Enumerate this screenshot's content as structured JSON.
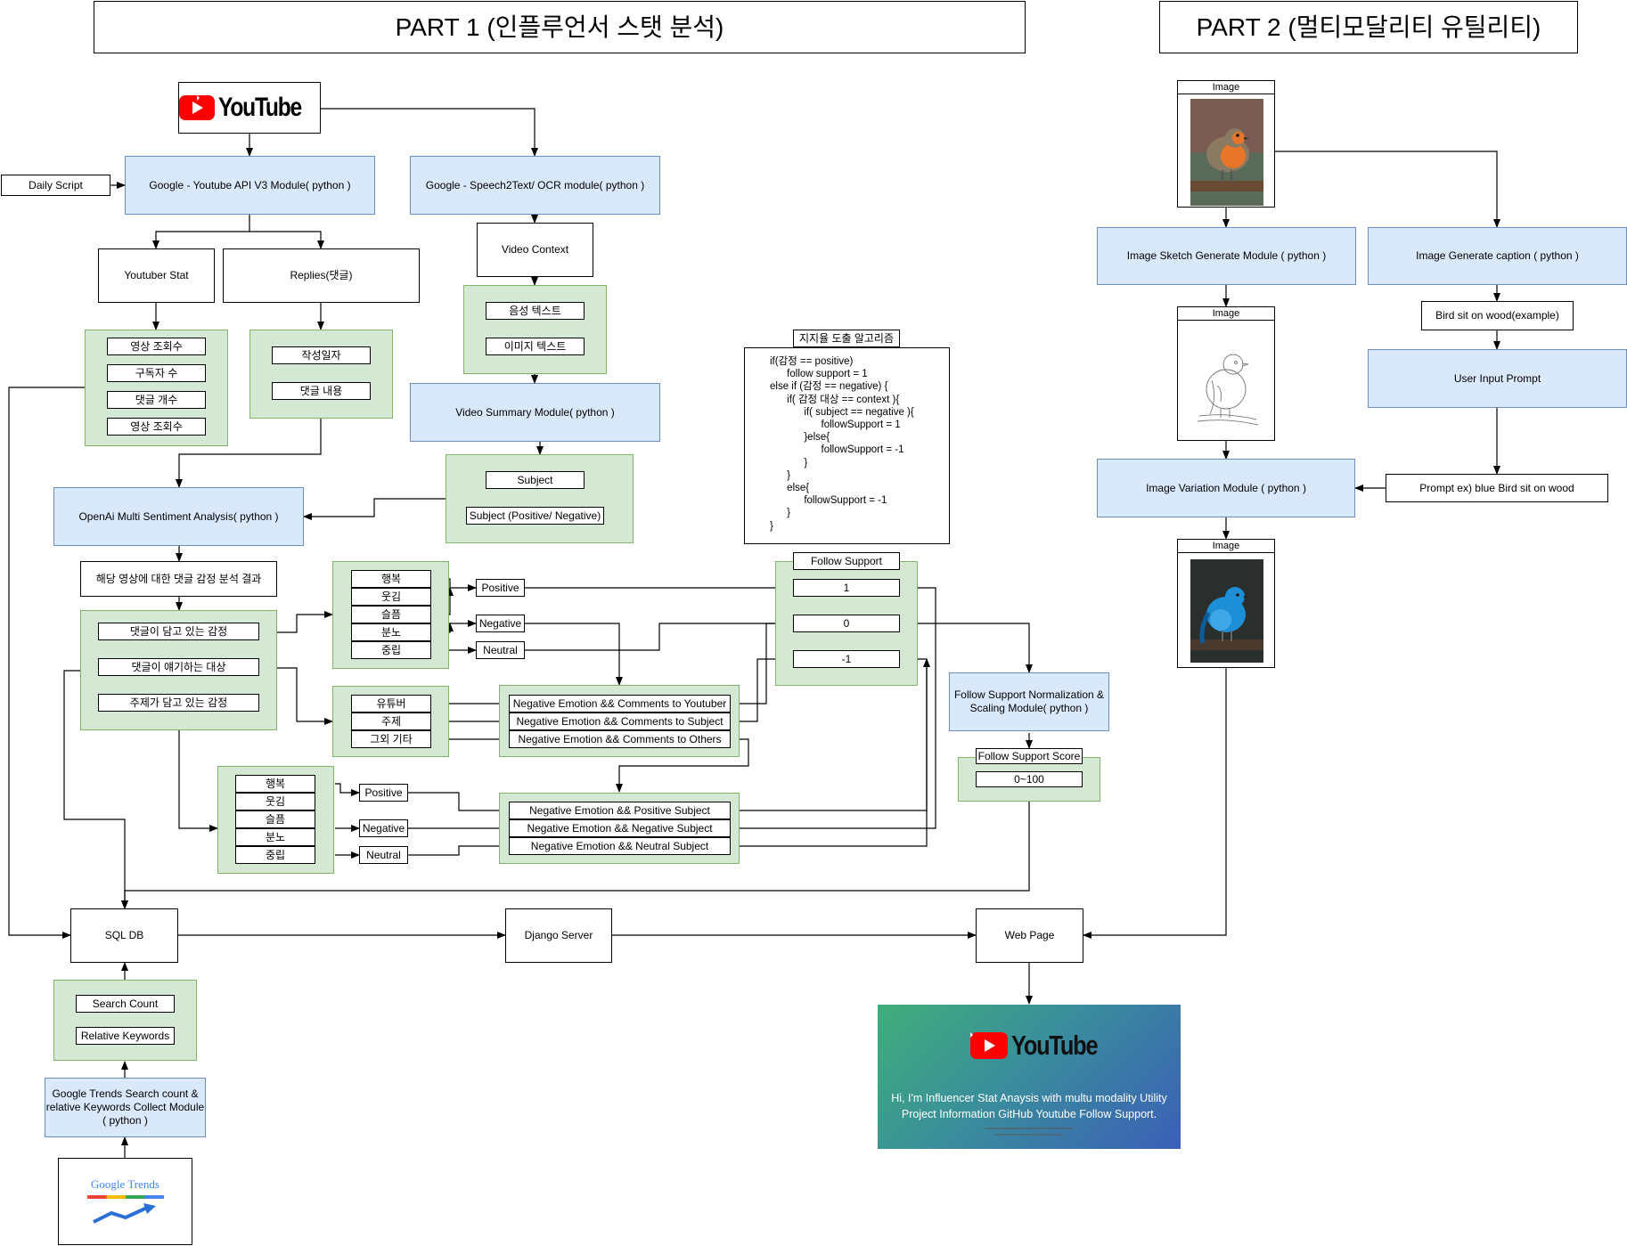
{
  "titles": {
    "part1": "PART 1 (인플루언서 스탯 분석)",
    "part2": "PART 2 (멀티모달리티 유틸리티)"
  },
  "part1": {
    "youtube_logo": "YouTube",
    "daily_script": "Daily Script",
    "youtube_api": "Google - Youtube API V3 Module( python )",
    "speech2text": "Google - Speech2Text/ OCR module( python )",
    "youtuber_stat": "Youtuber Stat",
    "replies": "Replies(댓글)",
    "video_context": "Video Context",
    "stat_items": [
      "영상 조회수",
      "구독자 수",
      "댓글 개수",
      "영상 조회수"
    ],
    "reply_items": [
      "작성일자",
      "댓글 내용"
    ],
    "context_items": [
      "음성 텍스트",
      "이미지 텍스트"
    ],
    "video_summary": "Video Summary Module( python )",
    "subject": "Subject",
    "subject_pn": "Subject (Positive/ Negative)",
    "sentiment_module": "OpenAi Multi Sentiment Analysis( python )",
    "sentiment_result": "해당 영상에 대한 댓글 감정 분석 결과",
    "analysis_items": [
      "댓글이 담고 있는 감정",
      "댓글이 얘기하는 대상",
      "주제가 담고 있는 감정"
    ],
    "emotions": [
      "행복",
      "웃김",
      "슬픔",
      "분노",
      "중립"
    ],
    "targets": [
      "유튜버",
      "주제",
      "그외 기타"
    ],
    "polarity": {
      "positive": "Positive",
      "negative": "Negative",
      "neutral": "Neutral"
    },
    "neg_targets": [
      "Negative Emotion && Comments to Youtuber",
      "Negative Emotion && Comments to Subject",
      "Negative Emotion && Comments to Others"
    ],
    "neg_subjects": [
      "Negative Emotion && Positive Subject",
      "Negative Emotion && Negative Subject",
      "Negative Emotion && Neutral Subject"
    ],
    "algorithm_title": "지지율 도출 알고리즘",
    "algorithm_code": "if(감정 == positive)\n      follow support = 1\nelse if (감정 == negative) {\n      if( 감정 대상 == context ){\n            if( subject == negative ){\n                  followSupport = 1\n            }else{\n                  followSupport = -1\n            }\n      }\n      else{\n            followSupport = -1\n      }\n}",
    "follow_support": "Follow Support",
    "support_values": [
      "1",
      "0",
      "-1"
    ],
    "normalization": "Follow Support Normalization & Scaling Module( python )",
    "support_score": "Follow Support Score",
    "score_range": "0~100",
    "sql_db": "SQL DB",
    "django": "Django Server",
    "web_page": "Web Page",
    "search_count": "Search Count",
    "relative_keywords": "Relative Keywords",
    "trends_module": "Google Trends Search count & relative Keywords Collect Module ( python )",
    "google_trends_logo": "Google Trends"
  },
  "part2": {
    "image_label": "Image",
    "sketch_module": "Image Sketch Generate Module ( python )",
    "caption_module": "Image Generate caption ( python )",
    "caption_example": "Bird sit on wood(example)",
    "user_prompt": "User Input Prompt",
    "prompt_example": "Prompt ex) blue Bird sit on wood",
    "variation_module": "Image Variation Module ( python )"
  },
  "web_banner": {
    "logo": "YouTube",
    "line1": "Hi, I'm Influencer Stat Anaysis with multu modality Utility",
    "line2": "Project Information GitHub Youtube Follow Support."
  },
  "colors": {
    "blue_fill": "#dae8fc",
    "blue_stroke": "#6c8ebf",
    "green_fill": "#d5e8d4",
    "green_stroke": "#82b366",
    "youtube_red": "#ff0000",
    "robin_orange": "#e8762a",
    "bluebird": "#1d8fd6"
  }
}
